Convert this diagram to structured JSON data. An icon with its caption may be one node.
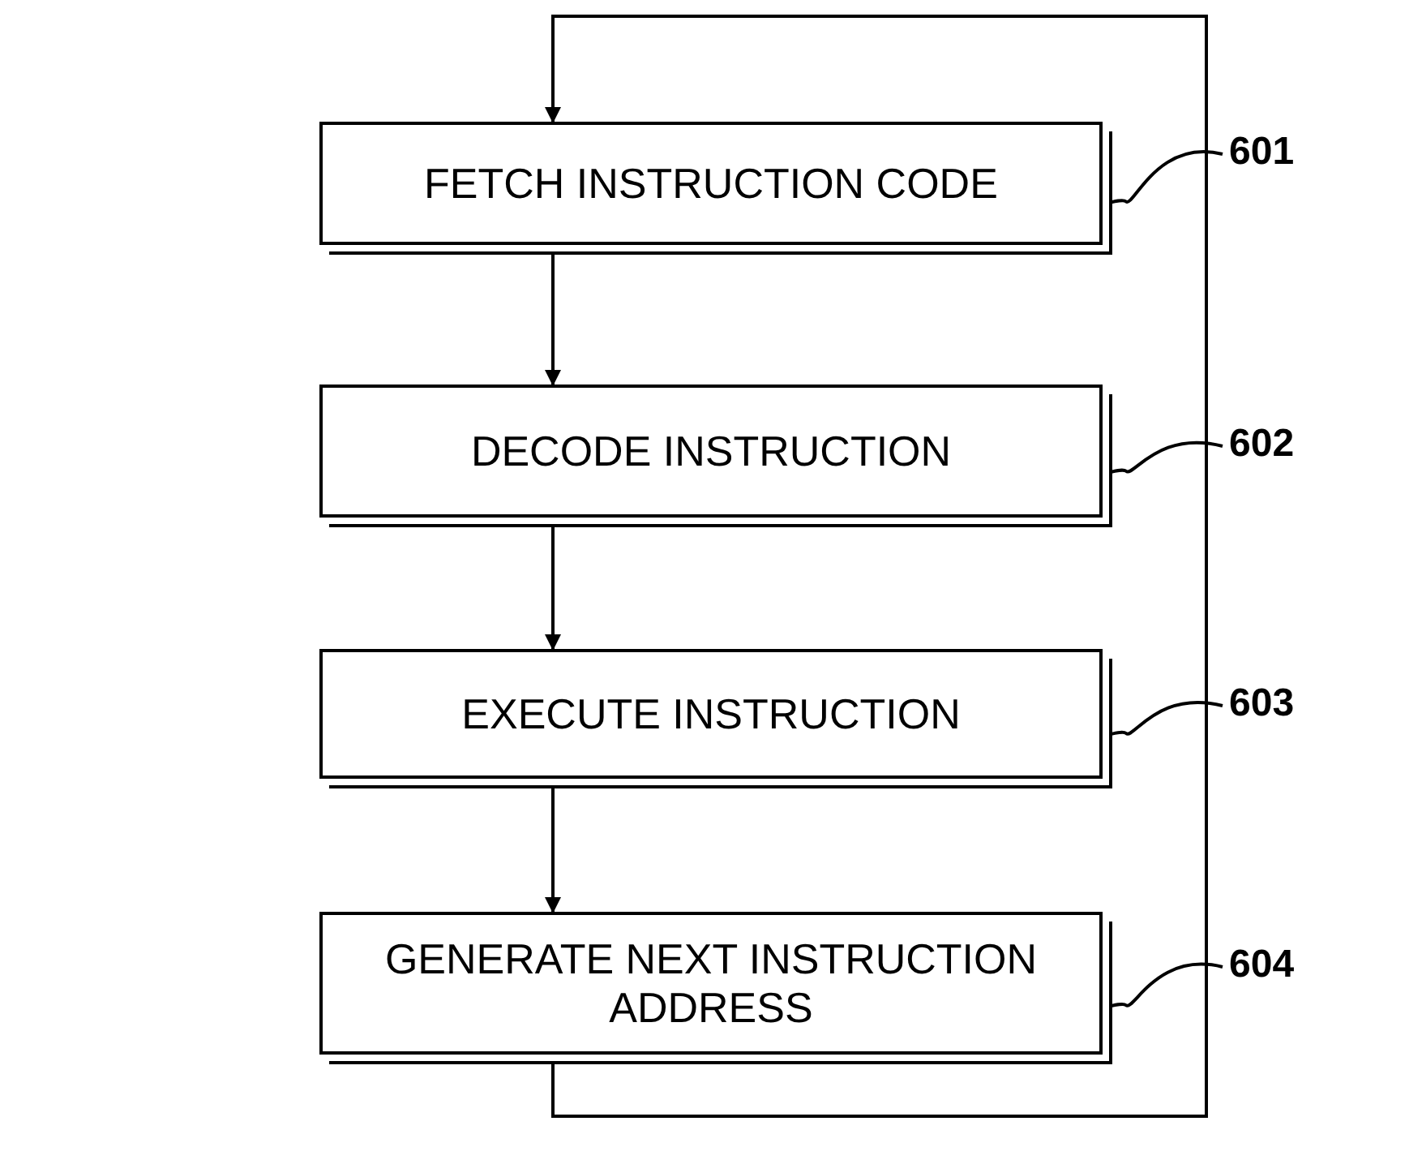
{
  "diagram": {
    "nodes": [
      {
        "text": [
          "FETCH INSTRUCTION CODE"
        ]
      },
      {
        "text": [
          "DECODE INSTRUCTION"
        ]
      },
      {
        "text": [
          "EXECUTE INSTRUCTION"
        ]
      },
      {
        "text": [
          "GENERATE NEXT INSTRUCTION ADDRESS"
        ]
      },
      {
        "text": [
          "601"
        ]
      },
      {
        "text": [
          "602"
        ]
      },
      {
        "text": [
          "603"
        ]
      },
      {
        "text": [
          "604"
        ]
      }
    ],
    "edges": [
      {
        "from": 0,
        "to": 1,
        "arrow": "to"
      },
      {
        "from": 1,
        "to": 2,
        "arrow": "to"
      },
      {
        "from": 2,
        "to": 3,
        "arrow": "to"
      },
      {
        "from": 3,
        "to": 0,
        "arrow": "to"
      },
      {
        "from": 4,
        "to": 0,
        "arrow": "none"
      },
      {
        "from": 5,
        "to": 1,
        "arrow": "none"
      },
      {
        "from": 6,
        "to": 2,
        "arrow": "none"
      },
      {
        "from": 7,
        "to": 3,
        "arrow": "none"
      }
    ]
  }
}
